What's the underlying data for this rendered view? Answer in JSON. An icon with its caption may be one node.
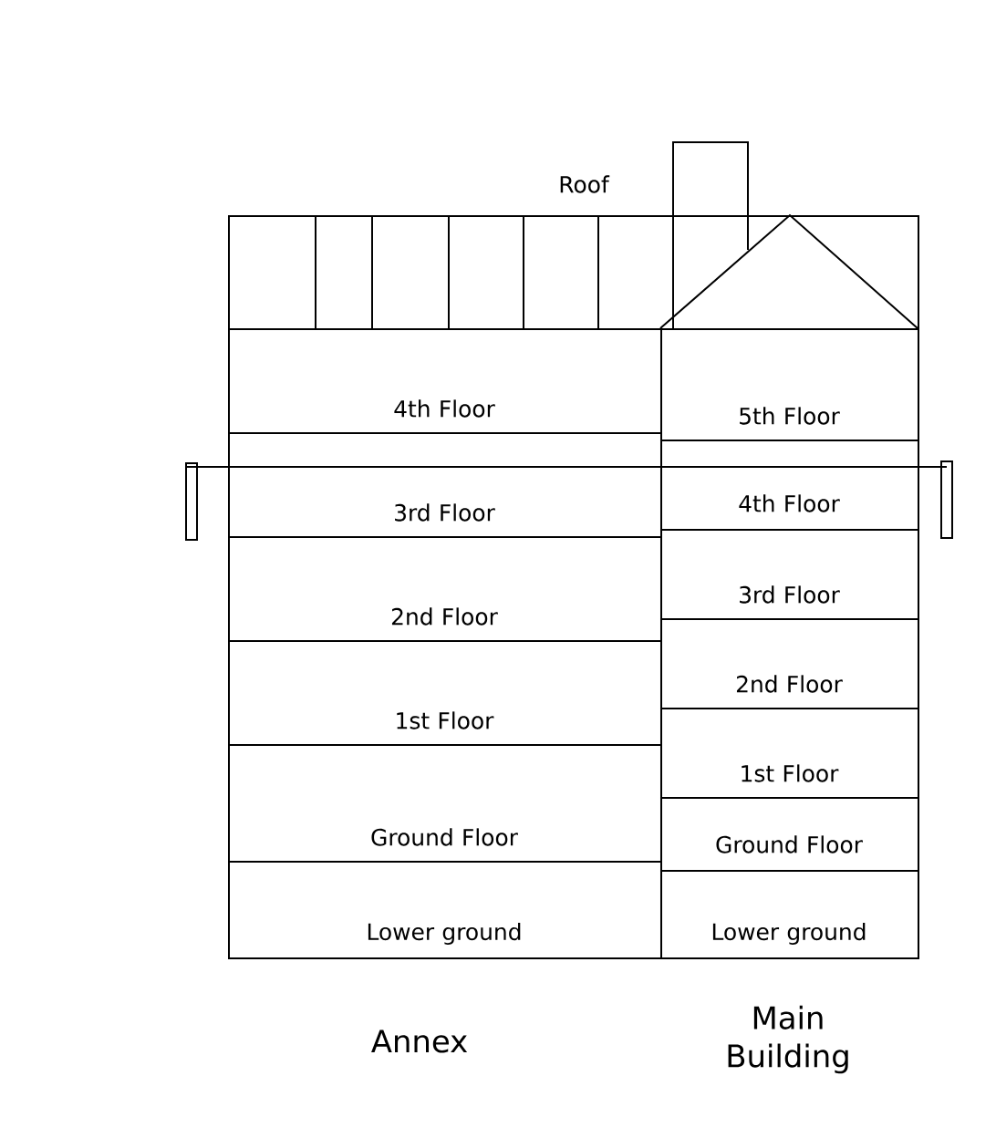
{
  "diagram": {
    "nodes": [
      {
        "text": [
          "Roof"
        ]
      },
      {
        "text": [
          "Annex"
        ]
      },
      {
        "text": [
          "4th Floor"
        ],
        "in": 1
      },
      {
        "text": [
          "3rd Floor"
        ],
        "in": 1
      },
      {
        "text": [
          "2nd Floor"
        ],
        "in": 1
      },
      {
        "text": [
          "1st Floor"
        ],
        "in": 1
      },
      {
        "text": [
          "Ground Floor"
        ],
        "in": 1
      },
      {
        "text": [
          "Lower ground"
        ],
        "in": 1
      },
      {
        "text": [
          "Main Building"
        ]
      },
      {
        "text": [
          "5th Floor"
        ],
        "in": 8
      },
      {
        "text": [
          "4th Floor"
        ],
        "in": 8
      },
      {
        "text": [
          "3rd Floor"
        ],
        "in": 8
      },
      {
        "text": [
          "2nd Floor"
        ],
        "in": 8
      },
      {
        "text": [
          "1st Floor"
        ],
        "in": 8
      },
      {
        "text": [
          "Ground Floor"
        ],
        "in": 8
      },
      {
        "text": [
          "Lower ground"
        ],
        "in": 8
      }
    ]
  }
}
